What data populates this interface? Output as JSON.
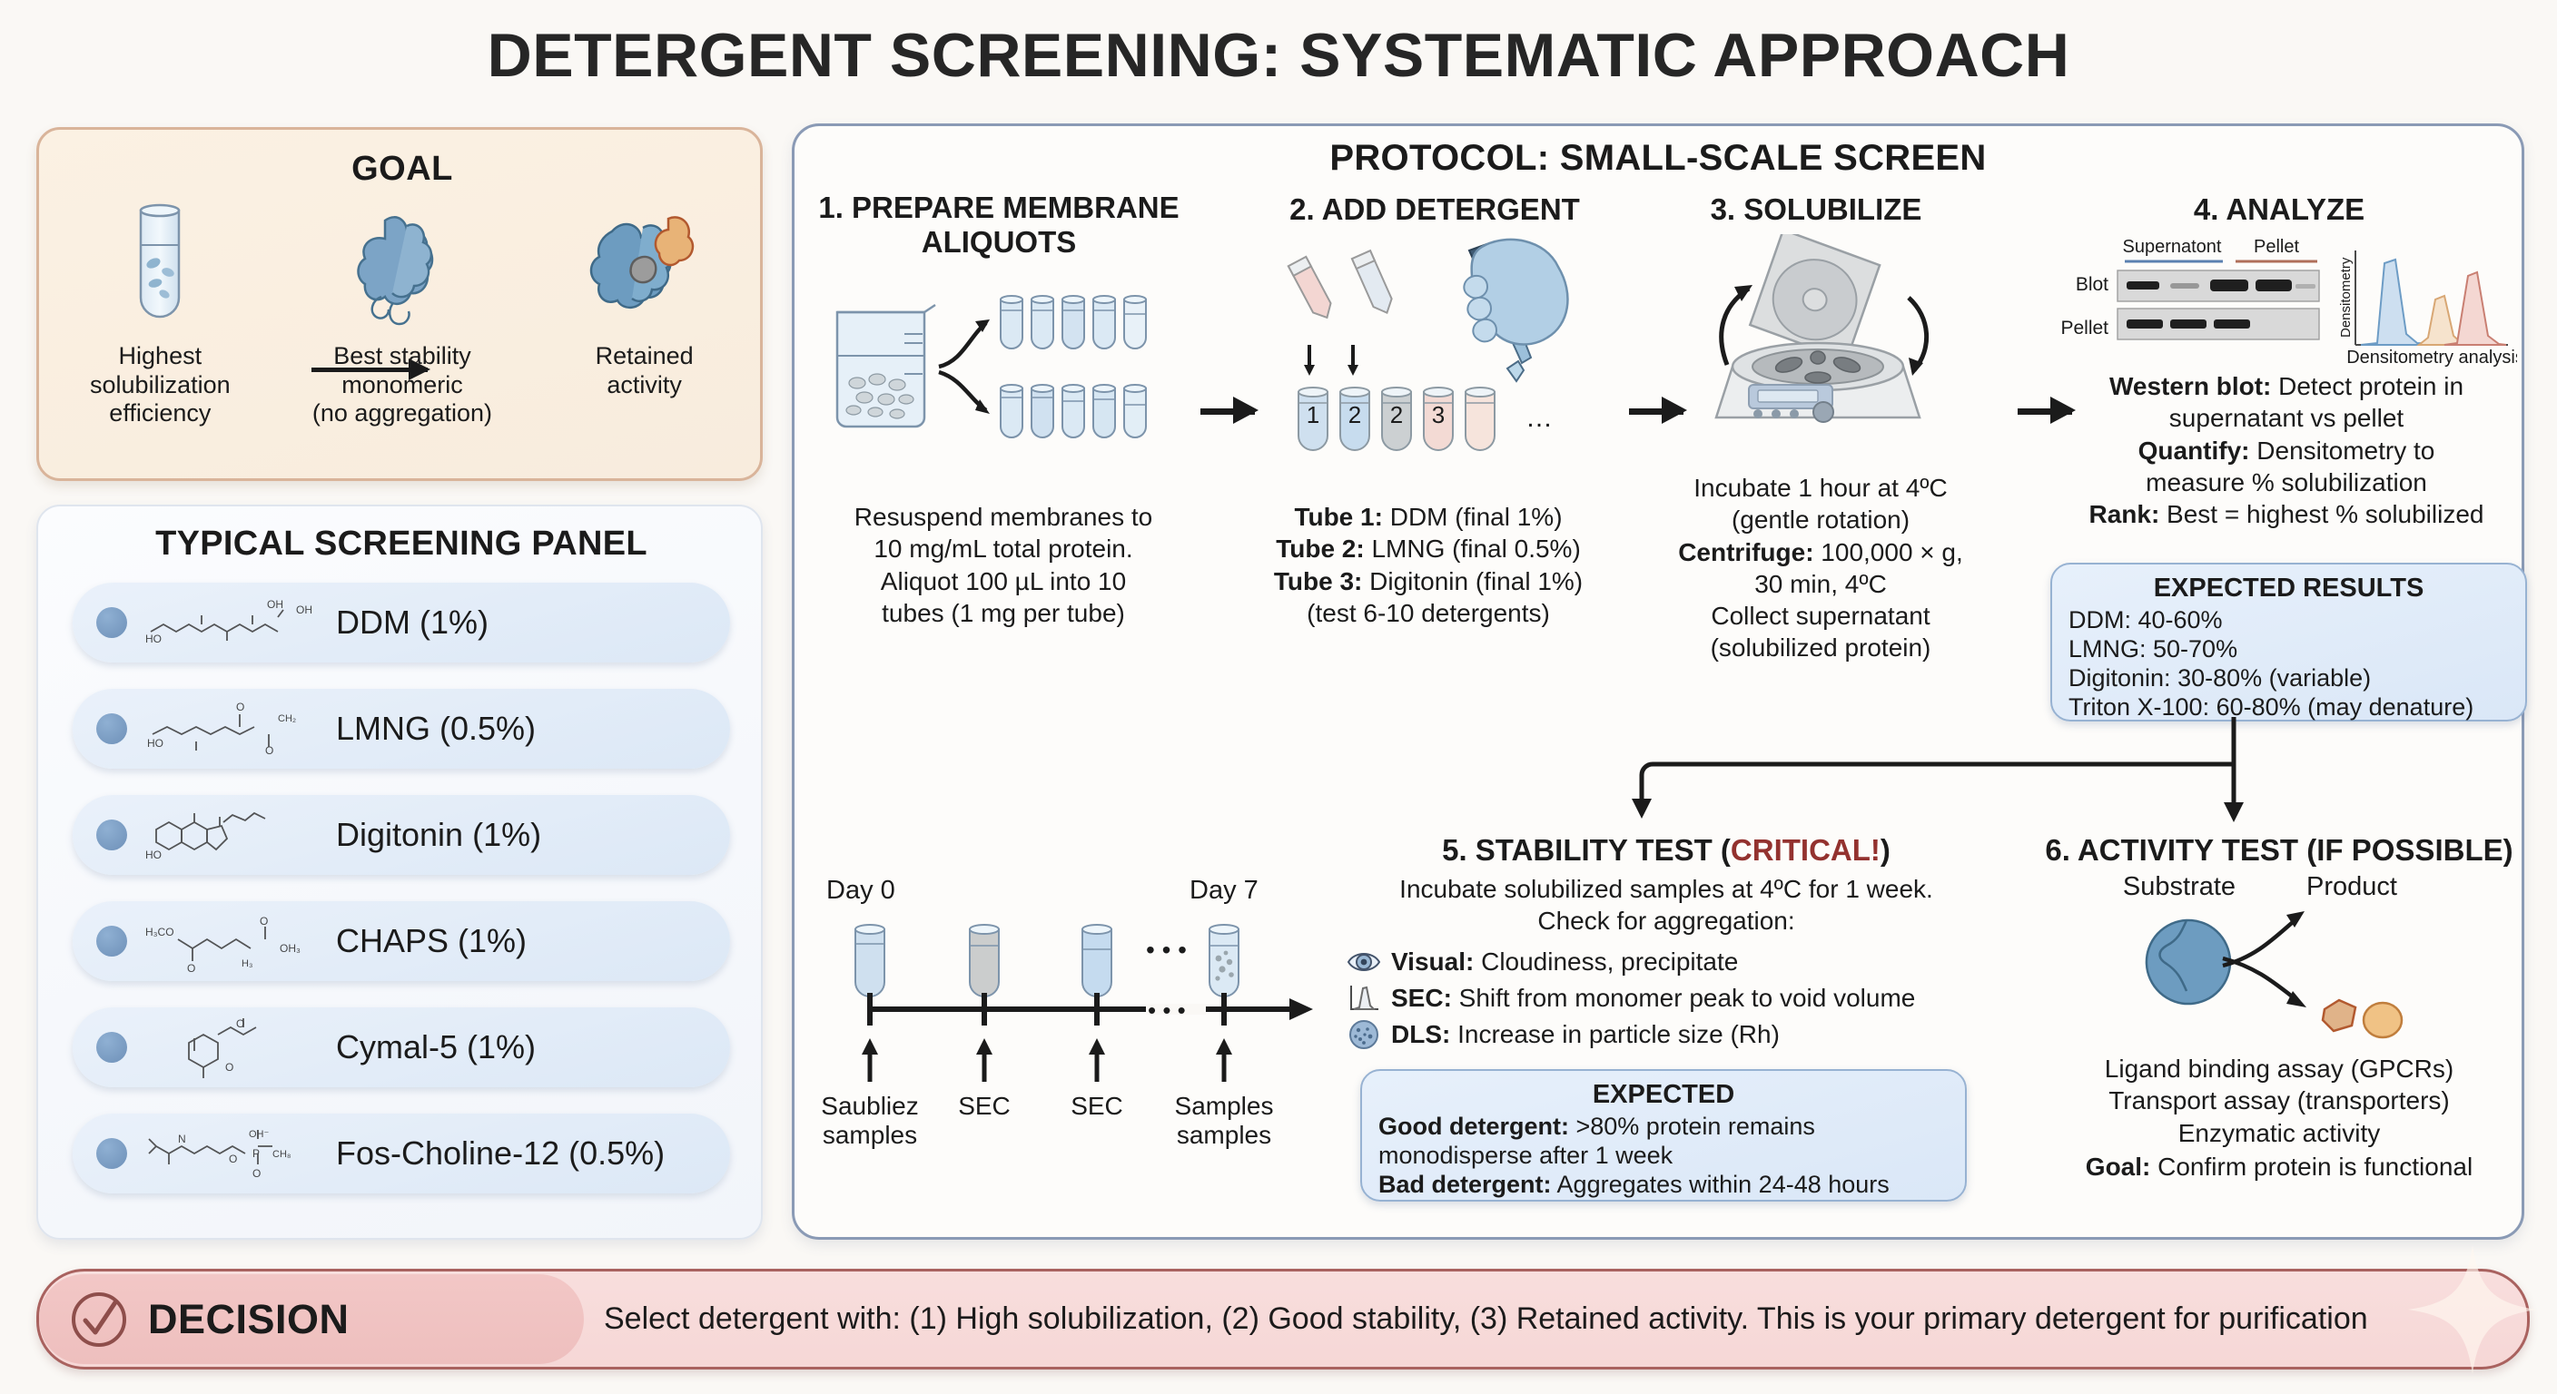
{
  "title": "DETERGENT SCREENING: SYSTEMATIC APPROACH",
  "goal": {
    "heading": "GOAL",
    "columns": [
      {
        "icon": "tube-with-particles-icon",
        "caption": "Highest\nsolubilization\nefficiency"
      },
      {
        "icon": "monomeric-protein-icon",
        "caption": "Best stability\nmonomeric\n(no aggregation)"
      },
      {
        "icon": "protein-with-ligand-icon",
        "caption": "Retained\nactivity"
      }
    ]
  },
  "panel": {
    "heading": "TYPICAL SCREENING PANEL",
    "items": [
      {
        "label": "DDM (1%)",
        "structure": "ddm-structure-icon"
      },
      {
        "label": "LMNG (0.5%)",
        "structure": "lmng-structure-icon"
      },
      {
        "label": "Digitonin (1%)",
        "structure": "digitonin-structure-icon"
      },
      {
        "label": "CHAPS (1%)",
        "structure": "chaps-structure-icon"
      },
      {
        "label": "Cymal-5 (1%)",
        "structure": "cymal5-structure-icon"
      },
      {
        "label": "Fos-Choline-12 (0.5%)",
        "structure": "fos-choline-structure-icon"
      }
    ]
  },
  "protocol": {
    "heading": "PROTOCOL: SMALL-SCALE SCREEN",
    "step1": {
      "title": "1. PREPARE MEMBRANE\nALIQUOTS",
      "lines": [
        "Resuspend membranes to",
        "10 mg/mL total protein.",
        "Aliquot 100 µL into 10",
        "tubes (1 mg per tube)"
      ]
    },
    "step2": {
      "title": "2. ADD DETERGENT",
      "tube_labels": [
        "1",
        "2",
        "2",
        "3"
      ],
      "tube_ellipsis": "…",
      "lines": [
        {
          "bold": "Tube 1:",
          "rest": " DDM (final 1%)"
        },
        {
          "bold": "Tube 2:",
          "rest": " LMNG (final 0.5%)"
        },
        {
          "bold": "Tube 3:",
          "rest": " Digitonin (final 1%)"
        },
        {
          "bold": "",
          "rest": "(test 6-10 detergents)"
        }
      ]
    },
    "step3": {
      "title": "3. SOLUBILIZE",
      "lines": [
        {
          "bold": "",
          "rest": "Incubate 1 hour at 4°C"
        },
        {
          "bold": "",
          "rest": "(gentle rotation)"
        },
        {
          "bold": "Centrifuge:",
          "rest": " 100,000 × g,"
        },
        {
          "bold": "",
          "rest": "30 min, 4°C"
        },
        {
          "bold": "",
          "rest": "Collect supernatant"
        },
        {
          "bold": "",
          "rest": "(solubilized protein)"
        }
      ]
    },
    "step4": {
      "title": "4. ANALYZE",
      "blot_col_supernatant": "Supernatont",
      "blot_col_pellet": "Pellet",
      "blot_row_blot": "Blot",
      "blot_row_pellet": "Pellet",
      "densitometry_axis": "Densitometry",
      "densitometry_caption": "Densitometry analysis",
      "lines": [
        {
          "bold": "Western blot:",
          "rest": " Detect protein in"
        },
        {
          "bold": "",
          "rest": "supernatant vs pellet"
        },
        {
          "bold": "Quantify:",
          "rest": " Densitometry to"
        },
        {
          "bold": "",
          "rest": "measure % solubilization"
        },
        {
          "bold": "Rank:",
          "rest": " Best = highest % solubilized"
        }
      ]
    },
    "expected_results": {
      "title": "EXPECTED RESULTS",
      "lines": [
        "DDM: 40-60%",
        "LMNG: 50-70%",
        "Digitonin: 30-80% (variable)",
        "Triton X-100: 60-80% (may denature)"
      ]
    },
    "timeline": {
      "day_start": "Day 0",
      "day_end": "Day 7",
      "tick_labels": [
        "Saubliez\nsamples",
        "SEC",
        "SEC",
        "Samples\nsamples"
      ],
      "ellipsis": "• • •"
    },
    "step5": {
      "title_main": "5. STABILITY TEST (",
      "title_critical": "CRITICAL!",
      "title_close": ")",
      "lines": [
        "Incubate solubilized samples at 4°C for 1 week.",
        "Check for aggregation:"
      ],
      "checks": [
        {
          "icon": "eye-icon",
          "bold": "Visual:",
          "rest": " Cloudiness, precipitate"
        },
        {
          "icon": "sec-peak-icon",
          "bold": "SEC:",
          "rest": " Shift from monomer peak to void volume"
        },
        {
          "icon": "dls-particle-icon",
          "bold": "DLS:",
          "rest": " Increase in particle size (Rh)"
        }
      ],
      "expected": {
        "title": "EXPECTED",
        "lines": [
          {
            "bold": "Good detergent:",
            "rest": " >80% protein remains"
          },
          {
            "bold": "",
            "rest": "monodisperse after 1 week"
          },
          {
            "bold": "Bad detergent:",
            "rest": " Aggregates within 24-48 hours"
          }
        ]
      }
    },
    "step6": {
      "title": "6. ACTIVITY TEST (IF POSSIBLE)",
      "substrate_label": "Substrate",
      "product_label": "Product",
      "lines": [
        {
          "bold": "",
          "rest": "Ligand binding assay (GPCRs)"
        },
        {
          "bold": "",
          "rest": "Transport assay (transporters)"
        },
        {
          "bold": "",
          "rest": "Enzymatic activity"
        },
        {
          "bold": "Goal:",
          "rest": " Confirm protein is functional"
        }
      ]
    }
  },
  "decision": {
    "icon": "check-circle-icon",
    "label": "DECISION",
    "text": "Select detergent with: (1) High solubilization, (2) Good stability, (3) Retained activity. This is your primary detergent for purification"
  },
  "colors": {
    "goal_bg": "#fbf1e3",
    "goal_border": "#d9b49a",
    "panel_item_bg": "#e3edf9",
    "panel_dot": "#7795bb",
    "protocol_border": "#8a9ab5",
    "callout_bg": "#e3edf9",
    "callout_border": "#97b2d2",
    "decision_bg": "#f7dbda",
    "decision_border": "#a9625f",
    "critical_red": "#93322f",
    "protein_blue": "#6d9cc0",
    "ligand_orange": "#e8b377"
  }
}
